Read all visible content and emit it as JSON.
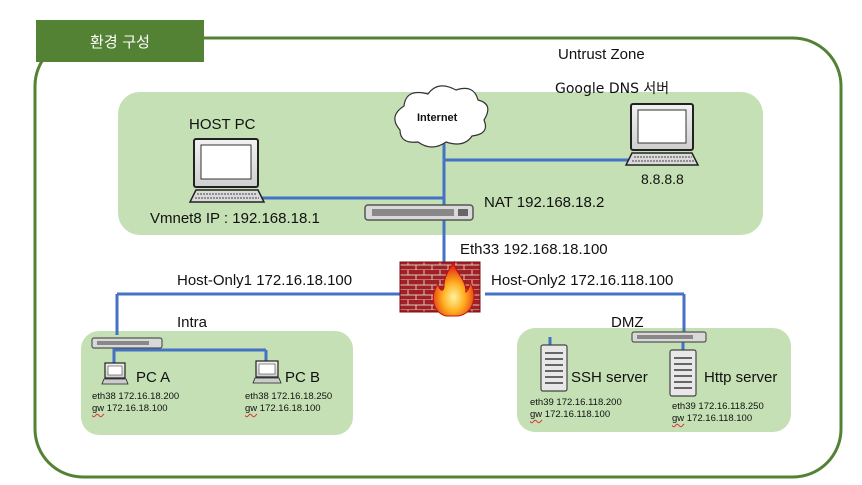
{
  "title_tab": "환경 구성",
  "zone_label": "Untrust Zone",
  "internet_label": "Internet",
  "google_dns": {
    "title": "Google DNS 서버",
    "ip": "8.8.8.8"
  },
  "host_pc": {
    "title": "HOST PC",
    "vmnet": "Vmnet8 IP : 192.168.18.1"
  },
  "nat_label": "NAT 192.168.18.2",
  "eth33_label": "Eth33 192.168.18.100",
  "host_only1": "Host-Only1 172.16.18.100",
  "host_only2": "Host-Only2 172.16.118.100",
  "intra": {
    "label": "Intra",
    "pc_a": {
      "name": "PC A",
      "eth": "eth38 172.16.18.200",
      "gw_key": "gw",
      "gw": "172.16.18.100"
    },
    "pc_b": {
      "name": "PC B",
      "eth": "eth38 172.16.18.250",
      "gw_key": "gw",
      "gw": "172.16.18.100"
    }
  },
  "dmz": {
    "label": "DMZ",
    "ssh": {
      "name": "SSH server",
      "eth": "eth39 172.16.118.200",
      "gw_key": "gw",
      "gw": "172.16.118.100"
    },
    "http": {
      "name": "Http server",
      "eth": "eth39 172.16.118.250",
      "gw_key": "gw",
      "gw": "172.16.118.100"
    }
  },
  "colors": {
    "zone_border": "#548235",
    "zone_fill": "#c5e0b4",
    "link": "#4472c4",
    "tab": "#548235"
  }
}
